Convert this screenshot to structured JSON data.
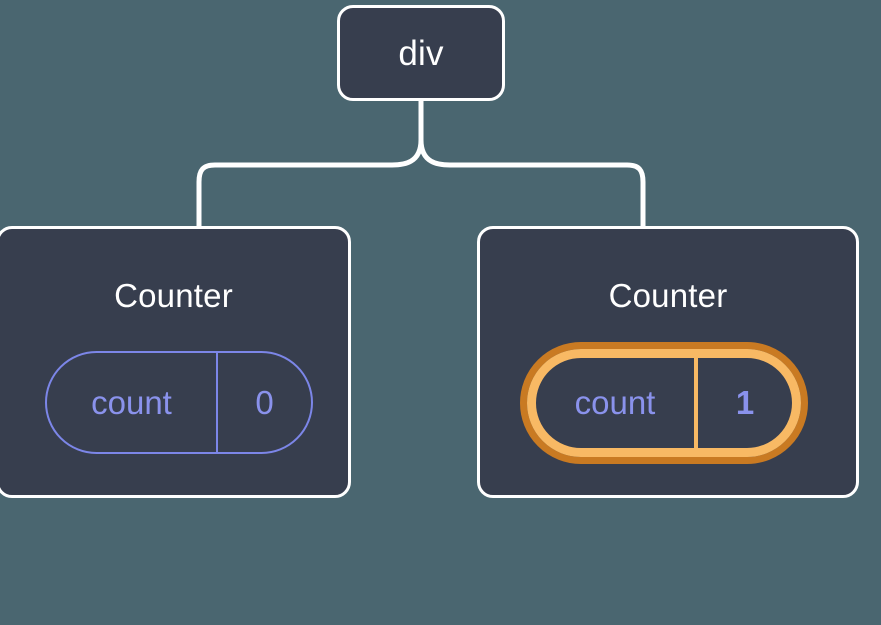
{
  "diagram": {
    "type": "component-tree",
    "title_text": null,
    "colors": {
      "background": "#4a6670",
      "node_fill": "#373e4e",
      "node_border": "#ffffff",
      "connector": "#ffffff",
      "state_accent": "#7c86e8",
      "state_text": "#8a92ec",
      "highlight_outer": "#c97a22",
      "highlight_inner": "#f8b964",
      "sparkle": "#f8b964"
    },
    "root": {
      "label": "div"
    },
    "children": [
      {
        "id": "counter-left",
        "title": "Counter",
        "state": {
          "key": "count",
          "value": "0",
          "highlighted": false
        }
      },
      {
        "id": "counter-right",
        "title": "Counter",
        "state": {
          "key": "count",
          "value": "1",
          "highlighted": true
        },
        "decorations": [
          "sparkle-large-icon",
          "sparkle-small-icon"
        ]
      }
    ]
  }
}
